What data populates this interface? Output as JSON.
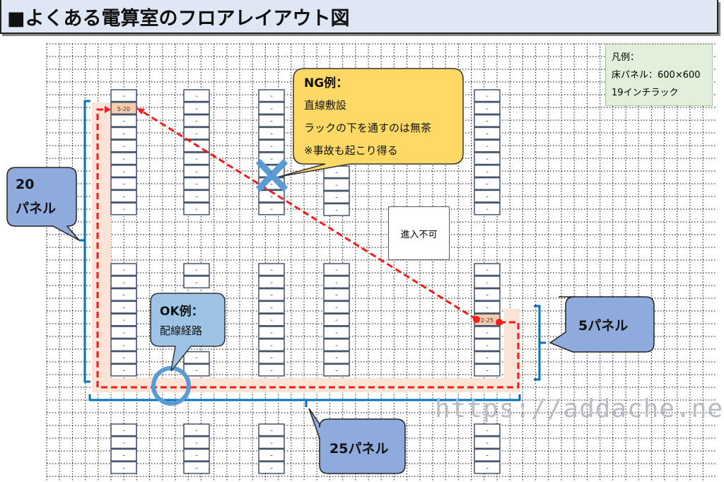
{
  "title": "■よくある電算室のフロアレイアウト図",
  "legend": {
    "line1": "凡例：",
    "line2": "床パネル：600×600",
    "line3": "19インチラック"
  },
  "no_entry": "進入不可",
  "ng": {
    "heading": "NG例：",
    "line1": "直線敷設",
    "line2": "ラックの下を通すのは無茶",
    "line3": "※事故も起こり得る"
  },
  "ok": {
    "heading": "OK例：",
    "line1": "配線経路"
  },
  "panels_20": {
    "num": "20",
    "unit": "パネル"
  },
  "panels_5": "5パネル",
  "panels_25": "25パネル",
  "rack_default": "-",
  "rack_5_20": "5-20",
  "rack_2_25": "2-25",
  "watermark": "https://addache.net",
  "colors": {
    "route": "#ff1a1a",
    "band": "#fbe3d6",
    "bracket": "#0070c0",
    "callout_blue": "#8faadc",
    "ng_yellow": "#ffd966",
    "ok_blue": "#9dc3e6"
  }
}
